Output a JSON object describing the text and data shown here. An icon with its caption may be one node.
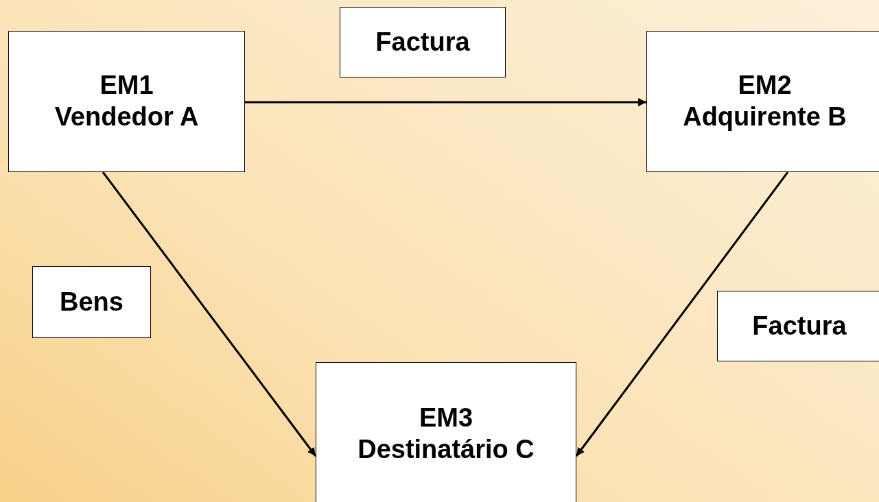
{
  "diagram": {
    "nodes": [
      {
        "text": [
          "EM1",
          "Vendedor A"
        ]
      },
      {
        "text": [
          "EM2",
          "Adquirente B"
        ]
      },
      {
        "text": [
          "EM3",
          "Destinatário C"
        ]
      },
      {
        "text": [
          "Factura"
        ]
      },
      {
        "text": [
          "Bens"
        ]
      },
      {
        "text": [
          "Factura"
        ]
      }
    ],
    "edges": [
      {
        "from": 0,
        "to": 1,
        "arrow": "to"
      },
      {
        "from": 0,
        "to": 2,
        "arrow": "to"
      },
      {
        "from": 1,
        "to": 2,
        "arrow": "to"
      }
    ]
  }
}
